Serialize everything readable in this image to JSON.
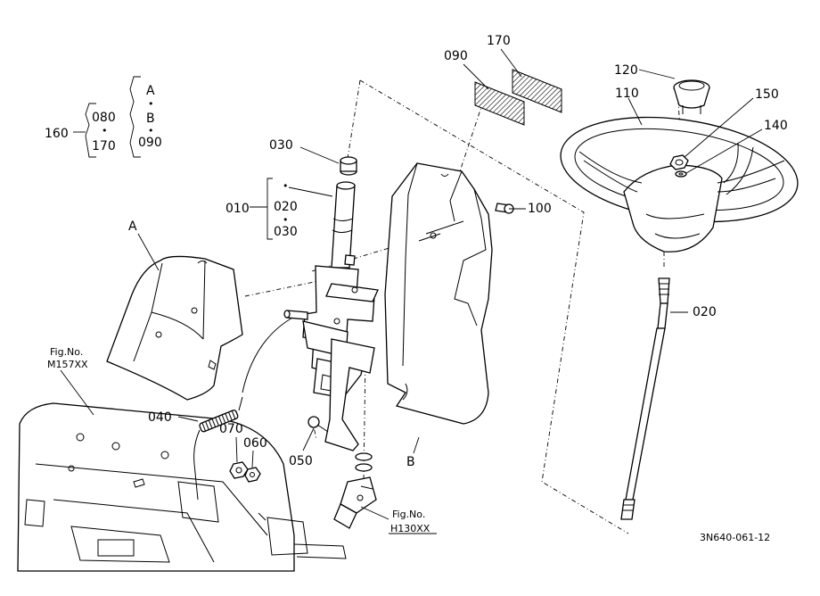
{
  "labels": {
    "p010": "010",
    "p020a": "020",
    "p020b": "020",
    "p030a": "030",
    "p030b": "030",
    "p040": "040",
    "p050": "050",
    "p060": "060",
    "p070": "070",
    "p080": "080",
    "p090a": "090",
    "p090b": "090",
    "p100": "100",
    "p110": "110",
    "p120": "120",
    "p140": "140",
    "p150": "150",
    "p160": "160",
    "p170a": "170",
    "p170b": "170",
    "refA1": "A",
    "refA2": "A",
    "refB1": "B",
    "refB2": "B",
    "dot": "•"
  },
  "figrefs": {
    "left_title": "Fig.No.",
    "left_code": "M157XX",
    "bottom_title": "Fig.No.",
    "bottom_code": "H130XX"
  },
  "drawing_code": "3N640-061-12"
}
